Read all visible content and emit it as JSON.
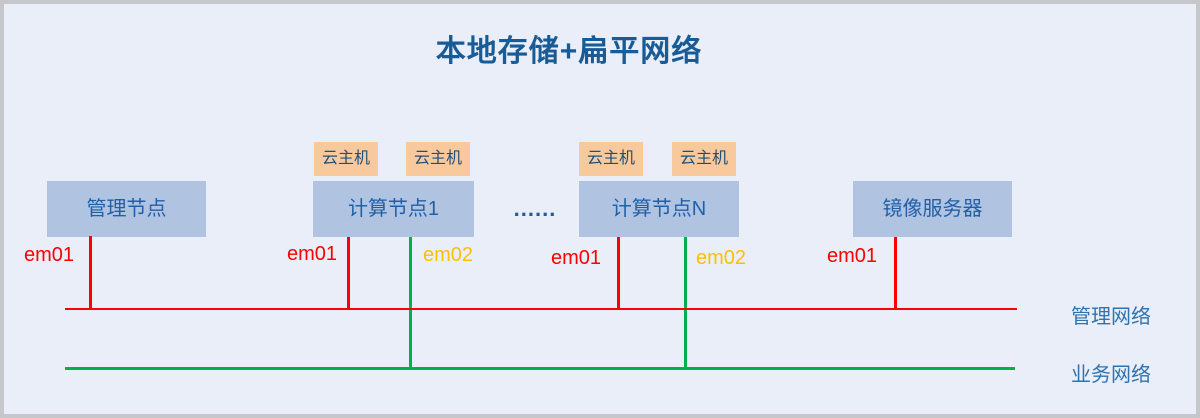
{
  "title": "本地存储+扁平网络",
  "nodes": {
    "management": "管理节点",
    "compute1": "计算节点1",
    "computeN": "计算节点N",
    "image_server": "镜像服务器"
  },
  "cloud_host": "云主机",
  "ellipsis": "......",
  "ports": {
    "em01": "em01",
    "em02": "em02"
  },
  "networks": {
    "management": "管理网络",
    "business": "业务网络"
  },
  "colors": {
    "background": "#e9eef8",
    "frame_border": "#c5c7ca",
    "title_text": "#185b96",
    "node_fill": "#b0c4e2",
    "node_text": "#2160a8",
    "cloud_host_fill": "#f8c99c",
    "cloud_host_text": "#1f4e79",
    "management_network_line": "#ff0000",
    "business_network_line": "#00b050",
    "em01_label": "#ff0000",
    "em02_label": "#ffc000",
    "network_label_text": "#2e73b0"
  }
}
